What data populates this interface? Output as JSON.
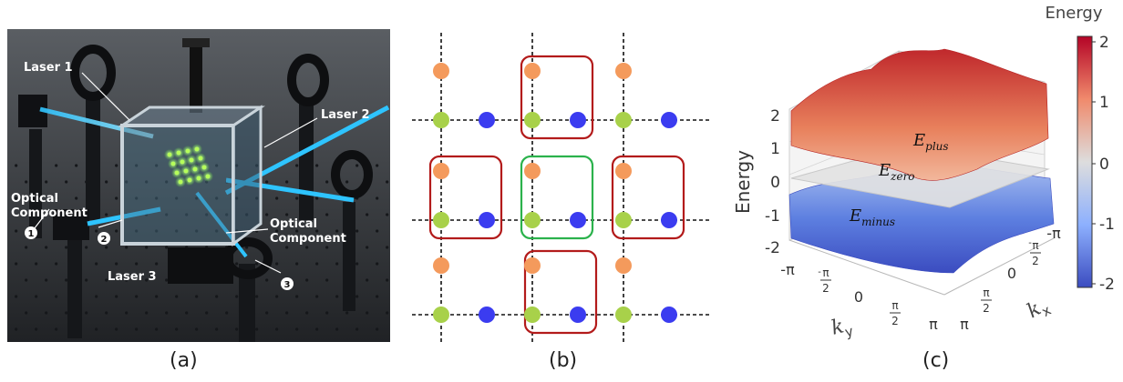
{
  "panel_a": {
    "caption": "(a)",
    "labels": {
      "laser1": "Laser 1",
      "laser2": "Laser 2",
      "laser3": "Laser 3",
      "optical_left_1": "Optical",
      "optical_left_2": "Component",
      "optical_right_1": "Optical",
      "optical_right_2": "Component",
      "marker1": "1",
      "marker2": "2",
      "marker3": "3"
    },
    "colors": {
      "beam": "#2ec4ff",
      "atoms": "#b6ff5a",
      "table": "#2f3236"
    }
  },
  "panel_b": {
    "caption": "(b)",
    "colors": {
      "site_a": "#f49a5c",
      "site_b": "#a8d14a",
      "site_c": "#3b3cf0",
      "red_box": "#b31b1b",
      "green_box": "#2bb24c"
    }
  },
  "panel_c": {
    "caption": "(c)",
    "z_axis_label": "Energy",
    "z_ticks": [
      "2",
      "1",
      "0",
      "-1",
      "-2"
    ],
    "ky_label": "k",
    "ky_sub": "y",
    "kx_label": "k",
    "kx_sub": "x",
    "ky_ticks": {
      "t1": "-π",
      "t2n": "π",
      "t2d": "2",
      "t2s": "-",
      "t3": "0",
      "t4n": "π",
      "t4d": "2",
      "t5": "π"
    },
    "kx_ticks": {
      "t1": "π",
      "t2n": "π",
      "t2d": "2",
      "t3": "0",
      "t4n": "π",
      "t4d": "2",
      "t4s": "-",
      "t5": "-π"
    },
    "surfaces": {
      "plus": {
        "main": "E",
        "sub": "plus"
      },
      "zero": {
        "main": "E",
        "sub": "zero"
      },
      "minus": {
        "main": "E",
        "sub": "minus"
      }
    },
    "colorbar": {
      "title": "Energy",
      "ticks": [
        "2",
        "1",
        "0",
        "-1",
        "-2"
      ],
      "colors": {
        "top": "#b40426",
        "mid": "#dddddd",
        "bottom": "#3b4cc0"
      }
    }
  }
}
